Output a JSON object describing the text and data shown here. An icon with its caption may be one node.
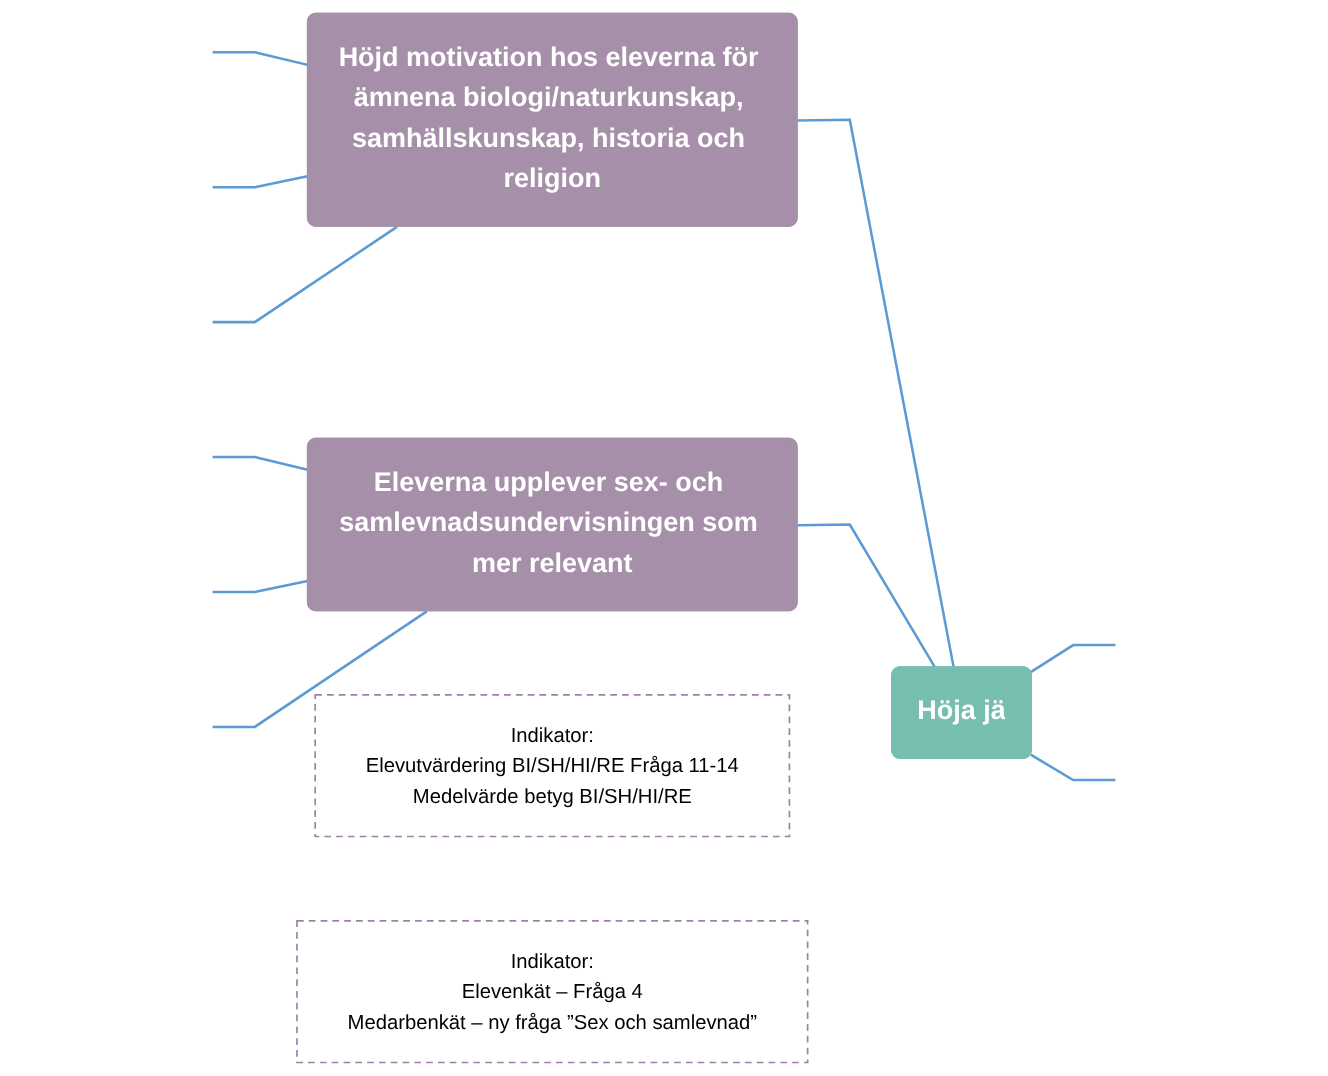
{
  "diagram": {
    "nodes": [
      {
        "text": [
          "Höjd motivation hos eleverna för ämnena biologi/naturkunskap, samhällskunskap, historia och religion"
        ]
      },
      {
        "text": [
          "Indikator:",
          "Elevutvärdering BI/SH/HI/RE Fråga 11-14",
          "Medelvärde betyg BI/SH/HI/RE"
        ]
      },
      {
        "text": [
          "Eleverna upplever sex- och samlevnadsundervisningen som mer relevant"
        ]
      },
      {
        "text": [
          "Indikator:",
          "Elevenkät – Fråga 4",
          "Medarbenkät – ny fråga ”Sex och samlevnad”"
        ]
      },
      {
        "text": [
          "Höja jä"
        ]
      }
    ],
    "edges": [
      {
        "from": null,
        "to": 0,
        "arrow": "none"
      },
      {
        "from": null,
        "to": 0,
        "arrow": "none"
      },
      {
        "from": null,
        "to": 0,
        "arrow": "none"
      },
      {
        "from": null,
        "to": 2,
        "arrow": "none"
      },
      {
        "from": null,
        "to": 2,
        "arrow": "none"
      },
      {
        "from": null,
        "to": 2,
        "arrow": "none"
      },
      {
        "from": 0,
        "to": 4,
        "arrow": "none"
      },
      {
        "from": 2,
        "to": 4,
        "arrow": "none"
      },
      {
        "from": 4,
        "to": null,
        "arrow": "none"
      },
      {
        "from": 4,
        "to": null,
        "arrow": "none"
      }
    ]
  }
}
